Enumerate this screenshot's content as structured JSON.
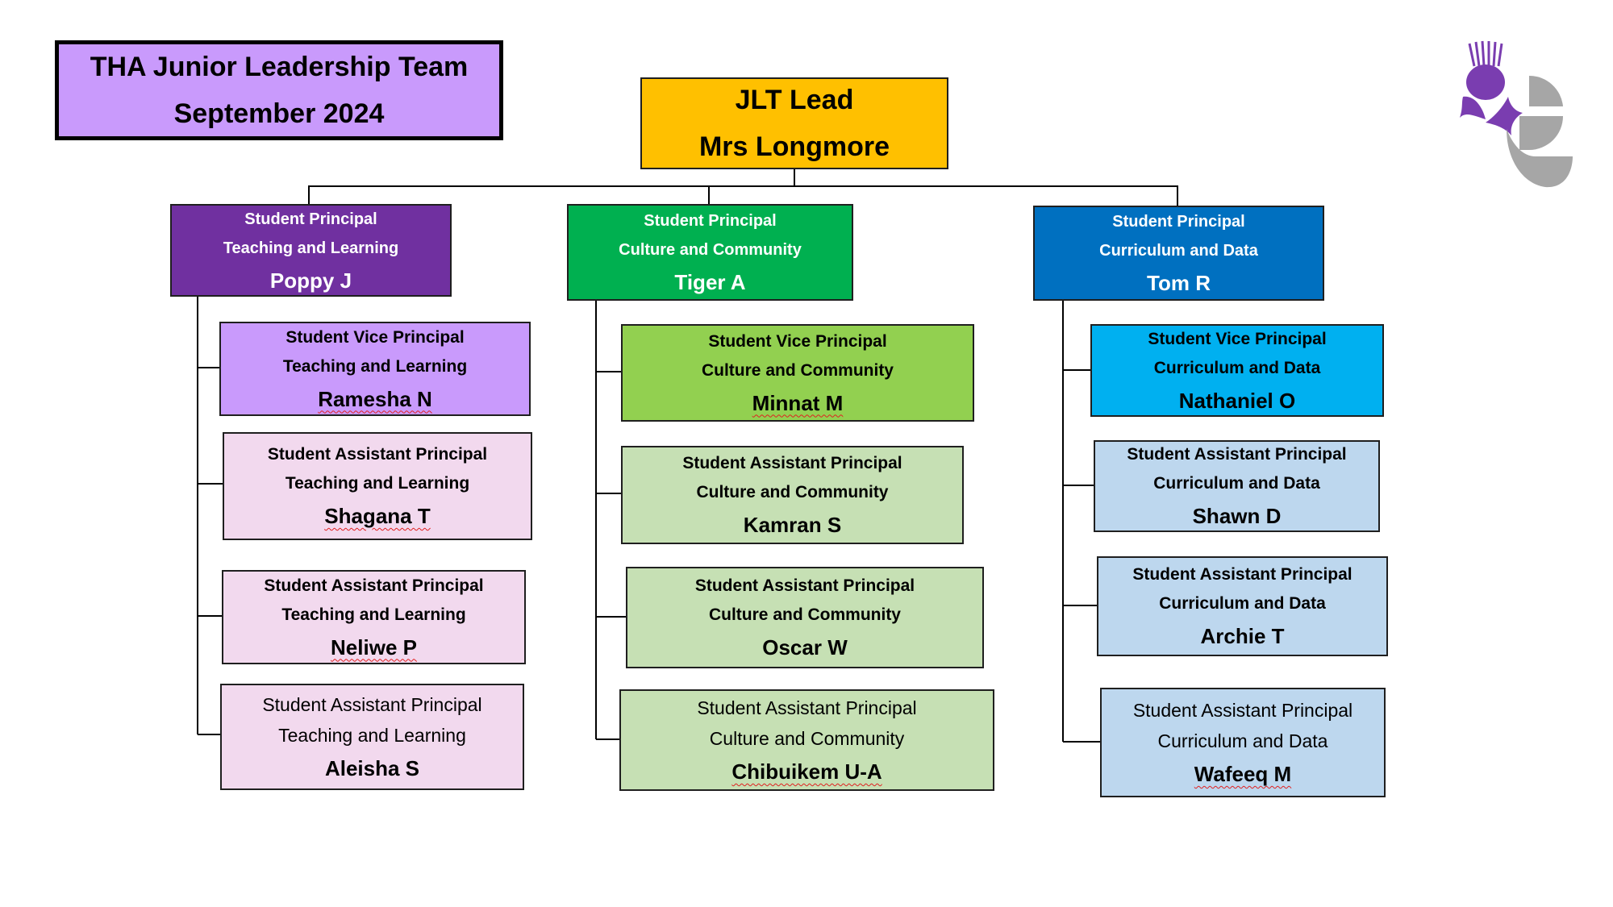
{
  "header": {
    "title_line1": "THA Junior Leadership Team",
    "title_line2": "September 2024"
  },
  "lead": {
    "role": "JLT Lead",
    "name": "Mrs Longmore"
  },
  "logo": {
    "icon": "thistle-leaf-logo-icon",
    "colors": [
      "#7a3db0",
      "#a6a6a6"
    ]
  },
  "colors": {
    "teaching_principal": "#7030a0",
    "teaching_vice": "#c99afc",
    "teaching_assistant": "#f2d9ee",
    "culture_principal": "#00b050",
    "culture_vice": "#92d050",
    "culture_assistant": "#c6e0b4",
    "curriculum_principal": "#0070c0",
    "curriculum_vice": "#00b0f0",
    "curriculum_assistant": "#bdd7ee",
    "lead": "#ffc000"
  },
  "teams": [
    {
      "principal": {
        "role": "Student Principal",
        "area": "Teaching and Learning",
        "name": "Poppy J"
      },
      "members": [
        {
          "role": "Student Vice Principal",
          "area": "Teaching and Learning",
          "name": "Ramesha N"
        },
        {
          "role": "Student Assistant Principal",
          "area": "Teaching and Learning",
          "name": "Shagana T"
        },
        {
          "role": "Student Assistant Principal",
          "area": "Teaching and Learning",
          "name": "Neliwe P"
        },
        {
          "role": "Student Assistant Principal",
          "area": "Teaching and Learning",
          "name": "Aleisha S"
        }
      ]
    },
    {
      "principal": {
        "role": "Student Principal",
        "area": "Culture and Community",
        "name": "Tiger A"
      },
      "members": [
        {
          "role": "Student Vice Principal",
          "area": "Culture and Community",
          "name": "Minnat M"
        },
        {
          "role": "Student Assistant Principal",
          "area": "Culture and Community",
          "name": "Kamran S"
        },
        {
          "role": "Student Assistant Principal",
          "area": "Culture and Community",
          "name": "Oscar W"
        },
        {
          "role": "Student Assistant Principal",
          "area": "Culture and Community",
          "name": "Chibuikem U-A"
        }
      ]
    },
    {
      "principal": {
        "role": "Student Principal",
        "area": "Curriculum and Data",
        "name": "Tom R"
      },
      "members": [
        {
          "role": "Student Vice Principal",
          "area": "Curriculum and Data",
          "name": "Nathaniel O"
        },
        {
          "role": "Student Assistant Principal",
          "area": "Curriculum and Data",
          "name": "Shawn D"
        },
        {
          "role": "Student Assistant Principal",
          "area": "Curriculum and Data",
          "name": "Archie T"
        },
        {
          "role": "Student Assistant Principal",
          "area": "Curriculum and Data",
          "name": "Wafeeq M"
        }
      ]
    }
  ]
}
